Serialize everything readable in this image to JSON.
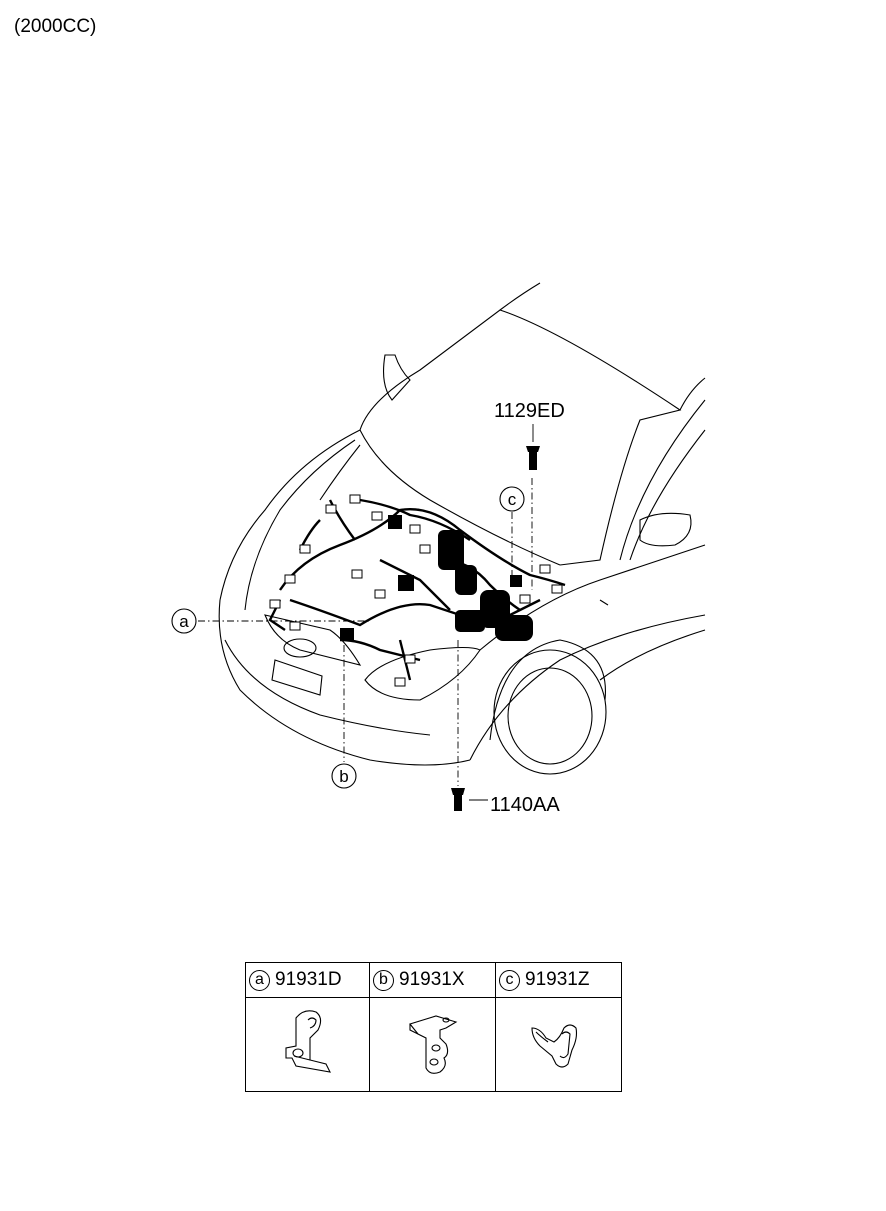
{
  "engine_note": "(2000CC)",
  "callouts": {
    "bolt_top": "1129ED",
    "bolt_bottom": "1140AA",
    "a": "a",
    "b": "b",
    "c": "c"
  },
  "parts_table": [
    {
      "tag": "a",
      "part_no": "91931D"
    },
    {
      "tag": "b",
      "part_no": "91931X"
    },
    {
      "tag": "c",
      "part_no": "91931Z"
    }
  ]
}
